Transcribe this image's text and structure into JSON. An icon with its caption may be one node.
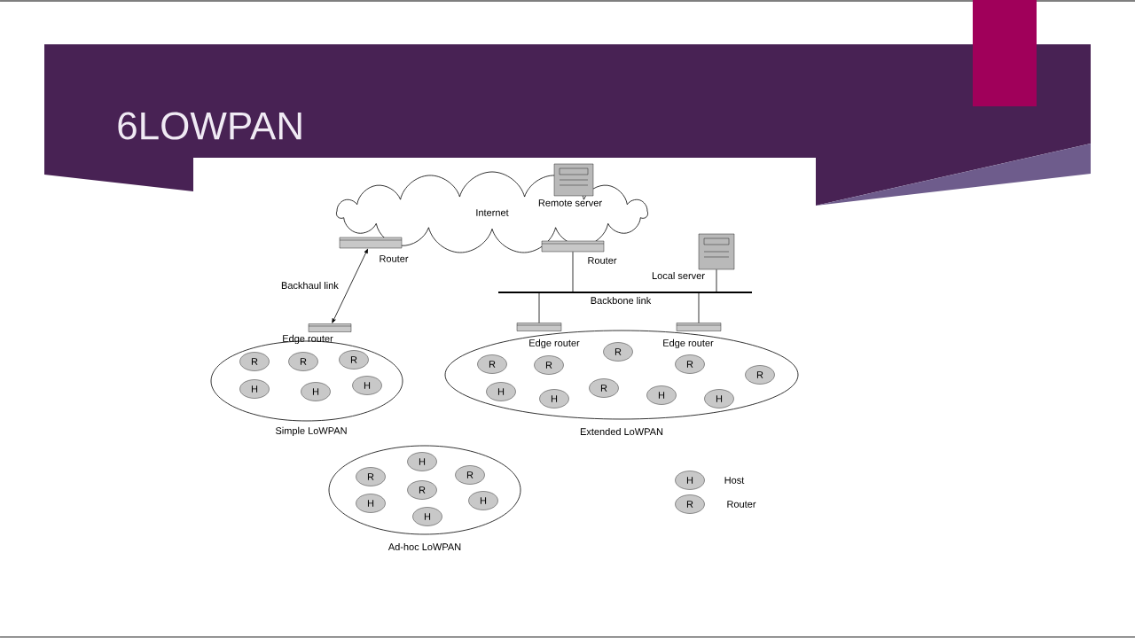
{
  "diagram": {
    "title": "6LOWPAN",
    "nodes": [
      {
        "text": [
          "Internet"
        ]
      },
      {
        "text": [],
        "shape": "picture",
        "beside": [
          "Remote server"
        ]
      },
      {
        "text": [],
        "shape": "picture",
        "beside": [
          "Router"
        ]
      },
      {
        "text": [],
        "shape": "picture",
        "beside": [
          "Router"
        ]
      },
      {
        "text": [],
        "shape": "picture",
        "beside": [
          "Local server"
        ]
      },
      {
        "text": [],
        "shape": "bar",
        "beside": [
          "Backbone link"
        ]
      },
      {
        "text": [
          "Simple LoWPAN"
        ]
      },
      {
        "text": [],
        "shape": "picture",
        "beside": [
          "Edge router"
        ]
      },
      {
        "text": [
          "R"
        ],
        "in": 6
      },
      {
        "text": [
          "R"
        ],
        "in": 6
      },
      {
        "text": [
          "R"
        ],
        "in": 6
      },
      {
        "text": [
          "H"
        ],
        "in": 6
      },
      {
        "text": [
          "H"
        ],
        "in": 6
      },
      {
        "text": [
          "H"
        ],
        "in": 6
      },
      {
        "text": [
          "Extended LoWPAN"
        ]
      },
      {
        "text": [],
        "shape": "picture",
        "beside": [
          "Edge router"
        ]
      },
      {
        "text": [],
        "shape": "picture",
        "beside": [
          "Edge router"
        ]
      },
      {
        "text": [
          "R"
        ],
        "in": 14
      },
      {
        "text": [
          "R"
        ],
        "in": 14
      },
      {
        "text": [
          "R"
        ],
        "in": 14
      },
      {
        "text": [
          "R"
        ],
        "in": 14
      },
      {
        "text": [
          "R"
        ],
        "in": 14
      },
      {
        "text": [
          "H"
        ],
        "in": 14
      },
      {
        "text": [
          "H"
        ],
        "in": 14
      },
      {
        "text": [
          "R"
        ],
        "in": 14
      },
      {
        "text": [
          "H"
        ],
        "in": 14
      },
      {
        "text": [
          "H"
        ],
        "in": 14
      },
      {
        "text": [
          "Ad-hoc LoWPAN"
        ]
      },
      {
        "text": [
          "H"
        ],
        "in": 27
      },
      {
        "text": [
          "R"
        ],
        "in": 27
      },
      {
        "text": [
          "R"
        ],
        "in": 27
      },
      {
        "text": [
          "R"
        ],
        "in": 27
      },
      {
        "text": [
          "H"
        ],
        "in": 27
      },
      {
        "text": [
          "H"
        ],
        "in": 27
      },
      {
        "text": [
          "H"
        ],
        "in": 27
      },
      {
        "text": [
          "H"
        ],
        "beside": [
          "Host"
        ]
      },
      {
        "text": [
          "R"
        ],
        "beside": [
          "Router"
        ]
      }
    ],
    "edges": [
      {
        "from": 2,
        "to": 7,
        "arrow": "both",
        "label": "Backhaul link"
      },
      {
        "from": 3,
        "to": 5,
        "arrow": "none"
      },
      {
        "from": 4,
        "to": 5,
        "arrow": "none"
      },
      {
        "from": 5,
        "to": 15,
        "arrow": "none"
      },
      {
        "from": 5,
        "to": 16,
        "arrow": "none"
      }
    ]
  }
}
